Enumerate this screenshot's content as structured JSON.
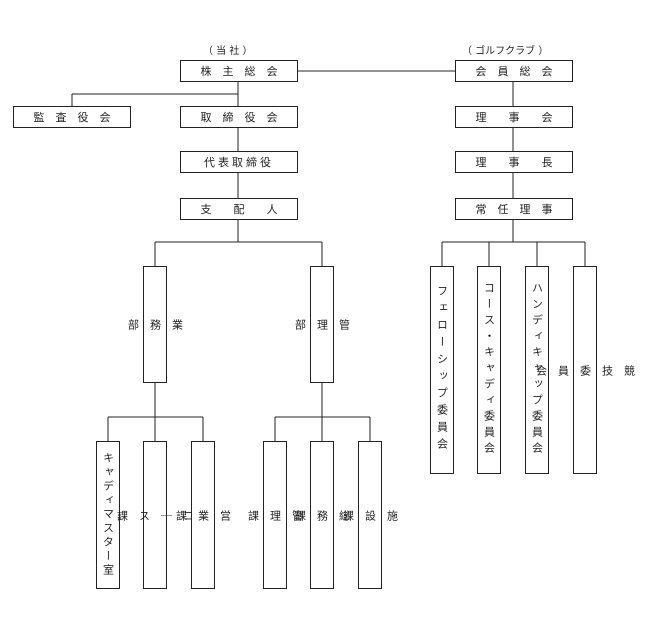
{
  "company_label": "（ 当 社 ）",
  "golf_label": "（ ゴルフクラブ ）",
  "company": {
    "shareholders": "株　主　総　会",
    "auditors": "監　査　役　会",
    "board": "取　締　役　会",
    "representative": "代表取締役",
    "manager": "支　　配　　人",
    "business_dept": "業\n\n務\n\n部",
    "admin_dept": "管\n\n理\n\n部",
    "caddie_master": "キャディマスター室",
    "course_section": "コ\n\n｜\n\nス\n\n課",
    "sales_section": "営\n\n業\n\n課",
    "kanri_section": "管\n\n理\n\n課",
    "general_section": "総\n\n務\n\n課",
    "facility_section": "施\n\n設\n\n課"
  },
  "golf": {
    "members_meeting": "会　員　総　会",
    "board_of_directors": "理　　事　　会",
    "chairman": "理　　事　　長",
    "standing_directors": "常　任　理　事",
    "fellowship_committee": "フェローシップ委員会",
    "course_caddie_committee": "コース・キャディ委員会",
    "handicap_committee": "ハンディキャップ委員会",
    "competition_committee": "競\n\n技\n\n委\n\n員\n\n会"
  }
}
